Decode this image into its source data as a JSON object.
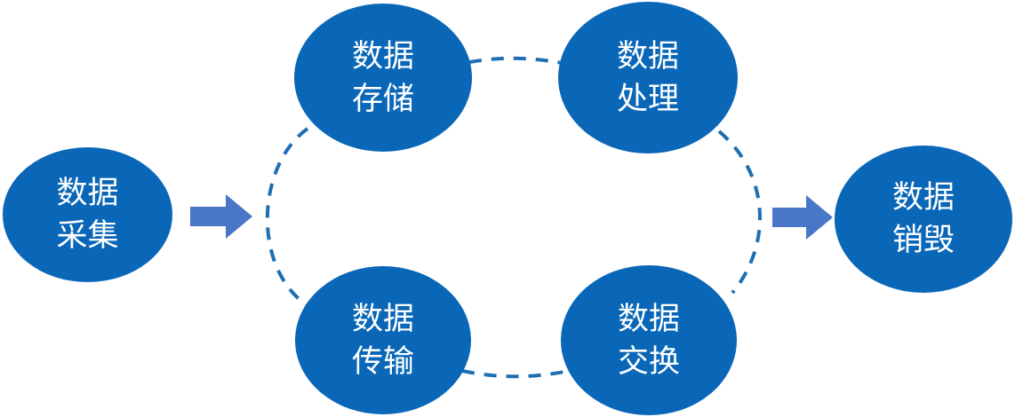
{
  "diagram": {
    "colors": {
      "node_fill": "#0A67B8",
      "node_text": "#FFFFFF",
      "connector": "#1E6FB2",
      "arrow_fill": "#4A76C8"
    },
    "nodes": {
      "collection": {
        "line1": "数据",
        "line2": "采集"
      },
      "storage": {
        "line1": "数据",
        "line2": "存储"
      },
      "processing": {
        "line1": "数据",
        "line2": "处理"
      },
      "transmission": {
        "line1": "数据",
        "line2": "传输"
      },
      "exchange": {
        "line1": "数据",
        "line2": "交换"
      },
      "destruction": {
        "line1": "数据",
        "line2": "销毁"
      }
    }
  }
}
